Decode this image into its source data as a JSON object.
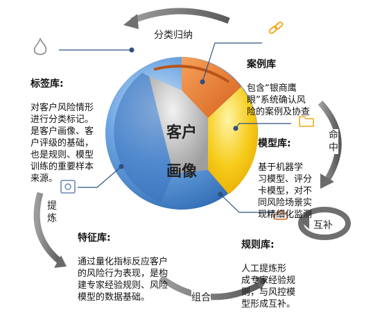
{
  "center": {
    "line1": "客户",
    "line2": "画像"
  },
  "blocks": {
    "label_lib": {
      "title": "标签库:",
      "body": "  对客户风险情形\n进行分类标记。\n是客户画像、客\n户评级的基础，\n也是规则、模型\n训练的重要样本\n来源。"
    },
    "case_lib": {
      "title": "案例库",
      "body": "  包含“银商鹰\n眼”系统确认风\n险的案例及协查"
    },
    "model_lib": {
      "title": "模型库:",
      "body": "  基于机器学\n习模型、评分\n卡模型，对不\n同风险场景实\n现精细化监测"
    },
    "rule_lib": {
      "title": "规则库:",
      "body": "  人工提炼形\n成专家经验规\n则，与风控模\n型形成互补。"
    },
    "feature_lib": {
      "title": "特征库:",
      "body": "  通过量化指标反应客户\n的风险行为表现，是构\n建专家经验规则、风险\n模型的数据基础。"
    }
  },
  "flows": {
    "classify": "分类归纳",
    "hit": "命\n中",
    "complement": "互补",
    "combine": "组合",
    "refine": "提\n炼"
  },
  "icons": [
    "fire-icon",
    "link-icon",
    "folder-icon",
    "cloud-icon",
    "safe-icon"
  ],
  "colors": {
    "sphere_blue": "#3d7fc8",
    "orange": "#e8843a",
    "yellow": "#f5c400",
    "gray": "#9a9a9a"
  }
}
